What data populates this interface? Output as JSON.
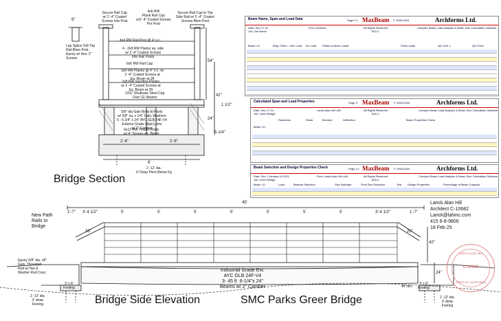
{
  "section": {
    "title": "Bridge Section",
    "width_dim": "6'",
    "total_dim": "2'-6\"",
    "left_half": "2'-6\"",
    "right_half": "2'-6\"",
    "pier_note": "2 -12' dia.\n6' Deep Piers Below Fg",
    "labels": {
      "secure_left": "Secure Rail Cap\nw/ 2 -4\" Coated\nScrews Into Post",
      "post_4x4": "4x6 RW\nPlank Rail Cap\nw/2 -4\" Coated Screws\nPer Post",
      "secure_right": "Secure Rail Cap to Top\nSide Rail w/ 2 -4\" Coated\nScrews Btwn Post",
      "rail_post": "4x4 RW Rail Post @ 4' o.c.",
      "rw_planks": "4 - 2x8 RW Planks ea. side\nw/ 2 -4\" Coated Screws\nInto Rail Posts",
      "cap_note": "6x6 RW Rail Cap",
      "plank_left": "Lap Splice 2x8 Top\nRail Btwn Post\nEpoxy w/ 4ea. 2\"\nScrews",
      "sacrifice": "3x8 RW Planks @ 4\" o.c. w/\n2 -4\" Coated Screws at\nEa. Beam at 2ft",
      "sacrificial": "2x8 RW Sacrifice Planks\nw/ 2 -4\" Coated Screws at\nEa. Beam at 2ft",
      "shear": "1/16\" Shutbase Steel Cap\nOver GL Beams",
      "bolts": "5/8\" dia Galv Bolts to Posts\nw/ 5/8\" sq. x 1/4\" Galv. Washers\n5 - 6 3/4\" x 24\" AYC GLB 24F-V4\nExterior Grade Glue Lams\nw/ 2\" Camber",
      "timber": "6x12 RW Timber Posts\nw/ 4\" Screws ea. Beam",
      "dim_54": "54\"",
      "dim_42": "42\"",
      "dim_12": "1 1/2\"",
      "dim_24": "24\"",
      "dim_right": "5-1/4\"",
      "dim_top": "6\""
    }
  },
  "elevation": {
    "title": "Bridge Side Elevation",
    "project": "SMC Parks Greer Bridge",
    "span": "45'",
    "bays": [
      "1'-7\"",
      "3'-4 1/2\"",
      "5'",
      "5'",
      "5'",
      "5'",
      "5'",
      "5'",
      "5'",
      "3'-4 1/2\"",
      "1'-7\""
    ],
    "left_notes": {
      "new_path": "New Path\nRails to\nBridge",
      "epoxy": "Epoxy 5/8\" dia. x8\"\nGalv. Threaded\nRod w/ Nut &\nWasher Rod Conc.",
      "footing_left": "2 -12' dia.\n3' deep\nFooting",
      "footing_box": "3' x 8'\nFooting",
      "deg26": "26\""
    },
    "beam_note": "Industrial Grade Ext.\nAYC GLB 24F-V4\n3- 45 ft  6-1/4\"x 24\"\nBeams w/ 2\" Camber",
    "right_notes": {
      "footing_right": "2 -12' dia.\n3' deep\nFooting",
      "footing_box": "3' x 8'\nFooting",
      "min4": "4ft min.",
      "dim_42": "42\"",
      "dim_24": "24\"",
      "dim_26": "26\""
    }
  },
  "architect": {
    "lines": [
      "Larick Alan Hill",
      "Architect C-10682",
      "Larick@lahinc.com",
      "415 6-8-9800",
      "18 Feb 25"
    ],
    "stamp_top": "LARICK ALAN HILL",
    "stamp_bottom": "STATE OF CALIFORNIA",
    "stamp_no": "C-10682"
  },
  "sheets": [
    {
      "title": "Beam Name, Span and Load Data",
      "brand": "MaxBeam",
      "company": "Archforms Ltd.",
      "sub": "Complex Beam Load Analysis & Beam Size Calculation Software",
      "rights": "All Rights Reserved",
      "copyright": "© 1995-2024",
      "page": "Page 2.1",
      "version": "B22.2",
      "date": "Date: Dec 17 24",
      "job": "Job: Job Name",
      "firm": "Firm: Architect",
      "cols": [
        "Beam I.D.",
        "Bldg. Perim.",
        "Unif. Load",
        "Inc Load",
        "Partial Uniform Loads",
        "Point Loads",
        "Q/h Unif. L",
        "Q/h Point"
      ]
    },
    {
      "title": "Calculated Span and Load Properties",
      "brand": "MaxBeam",
      "company": "Archforms Ltd.",
      "sub": "Complex Beam Load Analysis & Beam Size Calculation Software",
      "rights": "All Rights Reserved",
      "copyright": "© 1995-2024",
      "page": "Page 3",
      "version": "B22.2",
      "date": "Date: Dec 17 24",
      "job": "Job: Greer Bridge",
      "firm": "Larick Alan Hill LAH",
      "cols": [
        "Beam I.D.",
        "Reactions",
        "Shear",
        "Moment",
        "Deflection",
        "Beam Properties Check"
      ]
    },
    {
      "title": "Beam Selection and Design Properties Check",
      "brand": "MaxBeam",
      "company": "Archforms Ltd.",
      "sub": "Complex Beam Load Analysis & Beam Size Calculation Software",
      "rights": "All Rights Reserved",
      "copyright": "© 1995-2024",
      "page": "Page 4.1",
      "version": "B22.2",
      "date": "Date: Dec 1 January 10 2021",
      "job": "Job: Greer Bridge",
      "firm": "Firm: Larick Alan Hill LAH",
      "cols": [
        "Beam I.D.",
        "Load",
        "Material Selection",
        "Size Estimate",
        "Final Size Selection",
        "Test",
        "Design Properties",
        "Percentage of Beam Capacity"
      ]
    }
  ]
}
